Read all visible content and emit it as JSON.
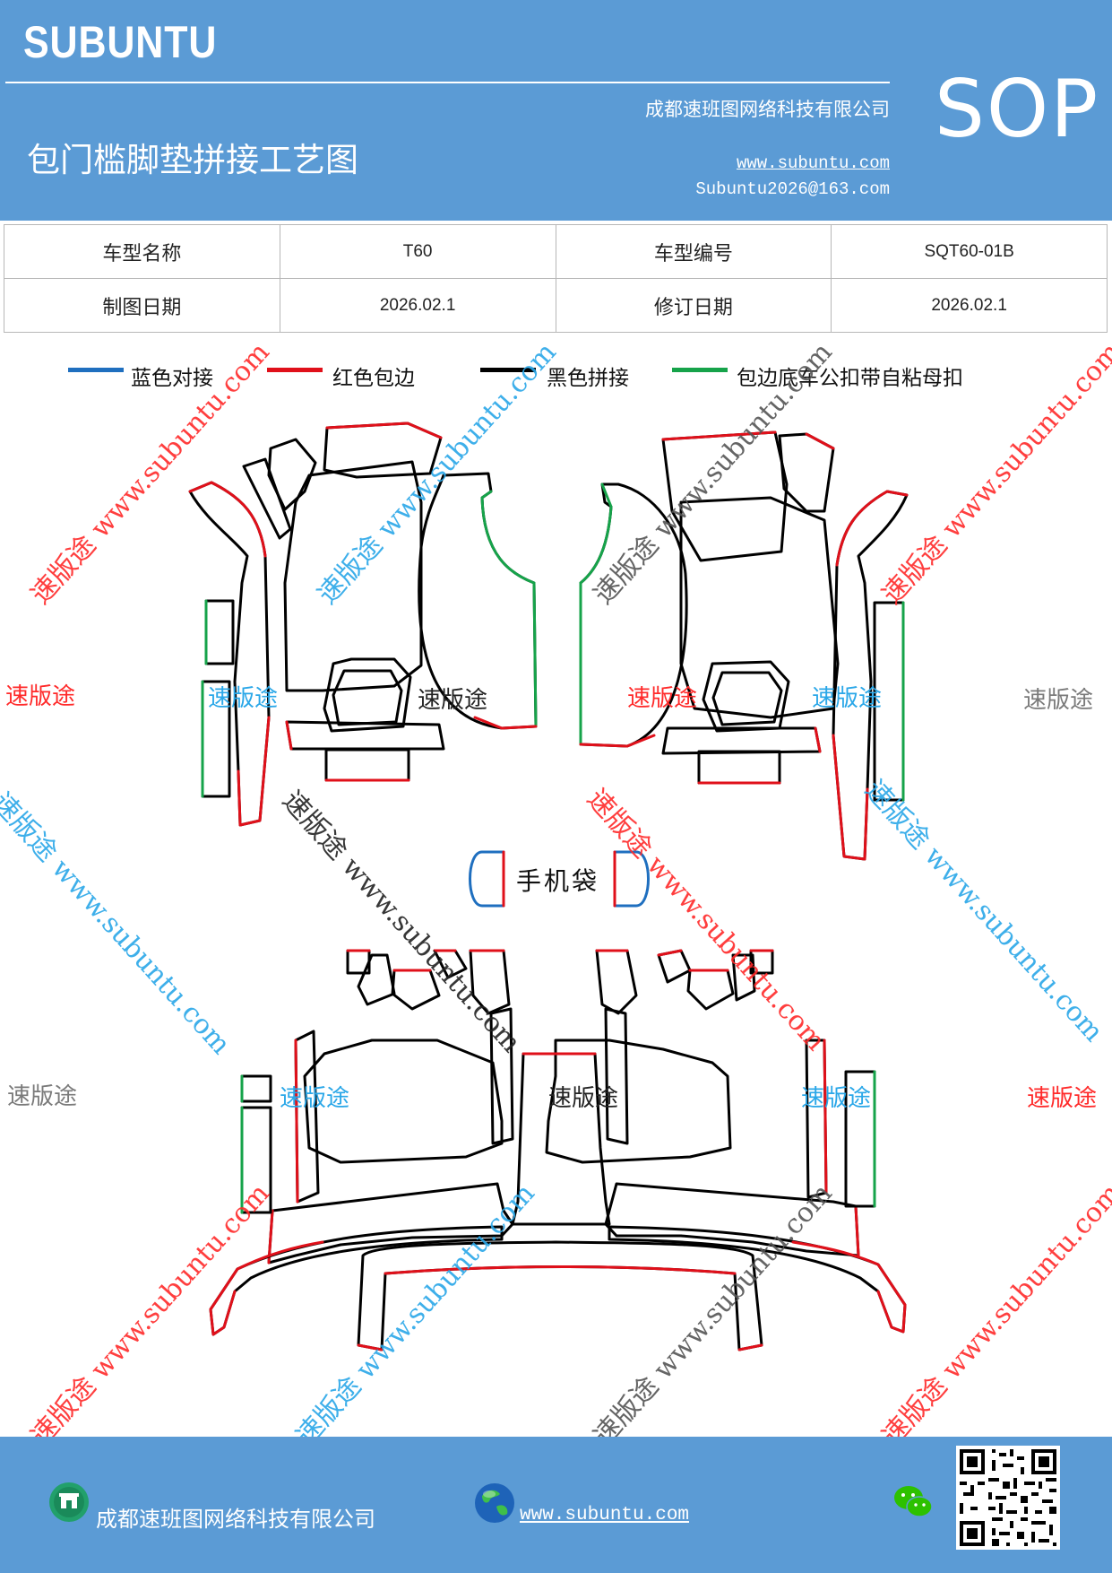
{
  "header": {
    "brand": "SUBUNTU",
    "company": "成都速班图网络科技有限公司",
    "title": "包门槛脚垫拼接工艺图",
    "website": "www.subuntu.com",
    "email": "Subuntu2026@163.com",
    "badge": "SOP"
  },
  "info_table": {
    "model_name_label": "车型名称",
    "model_name_value": "T60",
    "model_code_label": "车型编号",
    "model_code_value": "SQT60-01B",
    "draw_date_label": "制图日期",
    "draw_date_value": "2026.02.1",
    "revise_date_label": "修订日期",
    "revise_date_value": "2026.02.1"
  },
  "legend": [
    {
      "label": "蓝色对接",
      "color": "#1f6fbf"
    },
    {
      "label": "红色包边",
      "color": "#e0101a"
    },
    {
      "label": "黑色拼接",
      "color": "#000000"
    },
    {
      "label": "包边底车公扣带自粘母扣",
      "color": "#16a34a"
    }
  ],
  "phone_pocket_label": "手机袋",
  "watermarks": {
    "brand_cn": "速版途",
    "brand_full": "速版途 www.subuntu.com"
  },
  "footer": {
    "company": "成都速班图网络科技有限公司",
    "website": "www.subuntu.com"
  },
  "colors": {
    "header_bg": "#5b9bd5",
    "blue_line": "#1f6fbf",
    "red_line": "#e0101a",
    "black_line": "#000000",
    "green_line": "#16a34a",
    "watermark_blue": "#2aa7e8",
    "watermark_red": "#ff2a2a",
    "watermark_gray": "#7a7a7a"
  }
}
